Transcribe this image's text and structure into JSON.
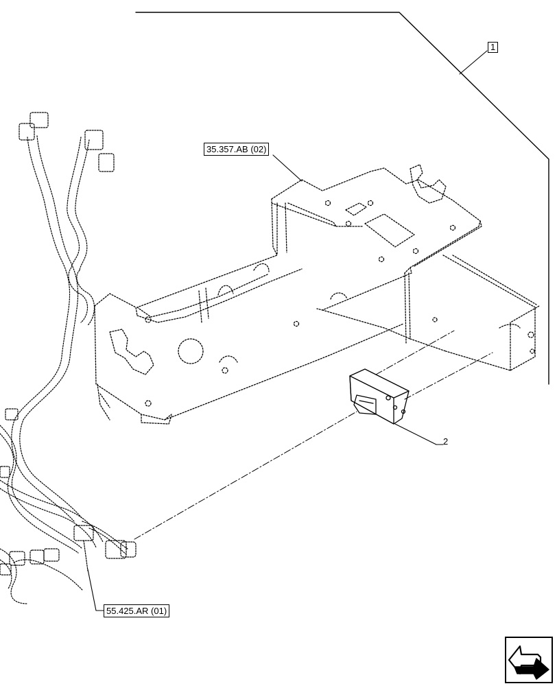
{
  "references": {
    "frame": "35.357.AB (02)",
    "harness": "55.425.AR (01)"
  },
  "callouts": {
    "assembly": "1",
    "module": "2"
  },
  "icons": {
    "nav": "next-page-arrow-icon"
  }
}
